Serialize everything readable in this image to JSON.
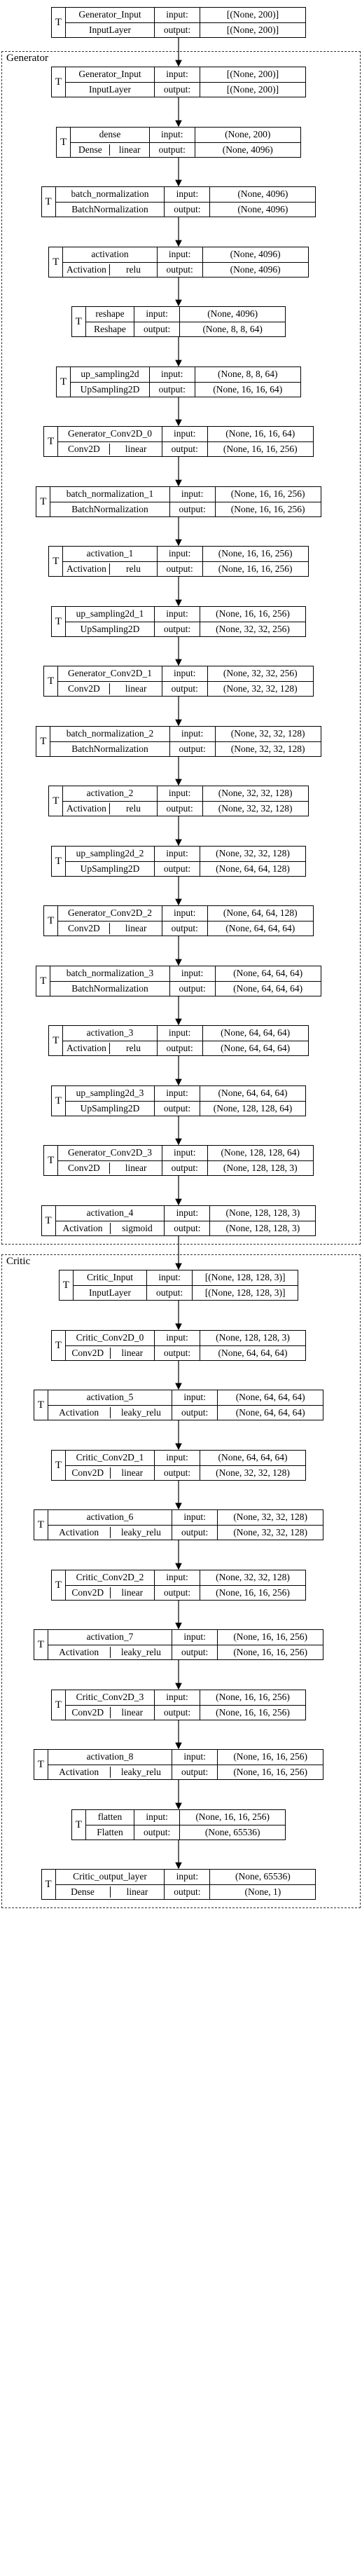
{
  "groups": [
    {
      "label": "Generator"
    },
    {
      "label": "Critic"
    }
  ],
  "nodes": [
    {
      "name": "Generator_Input",
      "type": "InputLayer",
      "activation": "",
      "input": "[(None, 200)]",
      "output": "[(None, 200)]",
      "group": "none"
    },
    {
      "name": "Generator_Input",
      "type": "InputLayer",
      "activation": "",
      "input": "[(None, 200)]",
      "output": "[(None, 200)]",
      "group": "Generator"
    },
    {
      "name": "dense",
      "type": "Dense",
      "activation": "linear",
      "input": "(None, 200)",
      "output": "(None, 4096)",
      "group": "Generator"
    },
    {
      "name": "batch_normalization",
      "type": "BatchNormalization",
      "activation": "",
      "input": "(None, 4096)",
      "output": "(None, 4096)",
      "group": "Generator"
    },
    {
      "name": "activation",
      "type": "Activation",
      "activation": "relu",
      "input": "(None, 4096)",
      "output": "(None, 4096)",
      "group": "Generator"
    },
    {
      "name": "reshape",
      "type": "Reshape",
      "activation": "",
      "input": "(None, 4096)",
      "output": "(None, 8, 8, 64)",
      "group": "Generator"
    },
    {
      "name": "up_sampling2d",
      "type": "UpSampling2D",
      "activation": "",
      "input": "(None, 8, 8, 64)",
      "output": "(None, 16, 16, 64)",
      "group": "Generator"
    },
    {
      "name": "Generator_Conv2D_0",
      "type": "Conv2D",
      "activation": "linear",
      "input": "(None, 16, 16, 64)",
      "output": "(None, 16, 16, 256)",
      "group": "Generator"
    },
    {
      "name": "batch_normalization_1",
      "type": "BatchNormalization",
      "activation": "",
      "input": "(None, 16, 16, 256)",
      "output": "(None, 16, 16, 256)",
      "group": "Generator"
    },
    {
      "name": "activation_1",
      "type": "Activation",
      "activation": "relu",
      "input": "(None, 16, 16, 256)",
      "output": "(None, 16, 16, 256)",
      "group": "Generator"
    },
    {
      "name": "up_sampling2d_1",
      "type": "UpSampling2D",
      "activation": "",
      "input": "(None, 16, 16, 256)",
      "output": "(None, 32, 32, 256)",
      "group": "Generator"
    },
    {
      "name": "Generator_Conv2D_1",
      "type": "Conv2D",
      "activation": "linear",
      "input": "(None, 32, 32, 256)",
      "output": "(None, 32, 32, 128)",
      "group": "Generator"
    },
    {
      "name": "batch_normalization_2",
      "type": "BatchNormalization",
      "activation": "",
      "input": "(None, 32, 32, 128)",
      "output": "(None, 32, 32, 128)",
      "group": "Generator"
    },
    {
      "name": "activation_2",
      "type": "Activation",
      "activation": "relu",
      "input": "(None, 32, 32, 128)",
      "output": "(None, 32, 32, 128)",
      "group": "Generator"
    },
    {
      "name": "up_sampling2d_2",
      "type": "UpSampling2D",
      "activation": "",
      "input": "(None, 32, 32, 128)",
      "output": "(None, 64, 64, 128)",
      "group": "Generator"
    },
    {
      "name": "Generator_Conv2D_2",
      "type": "Conv2D",
      "activation": "linear",
      "input": "(None, 64, 64, 128)",
      "output": "(None, 64, 64, 64)",
      "group": "Generator"
    },
    {
      "name": "batch_normalization_3",
      "type": "BatchNormalization",
      "activation": "",
      "input": "(None, 64, 64, 64)",
      "output": "(None, 64, 64, 64)",
      "group": "Generator"
    },
    {
      "name": "activation_3",
      "type": "Activation",
      "activation": "relu",
      "input": "(None, 64, 64, 64)",
      "output": "(None, 64, 64, 64)",
      "group": "Generator"
    },
    {
      "name": "up_sampling2d_3",
      "type": "UpSampling2D",
      "activation": "",
      "input": "(None, 64, 64, 64)",
      "output": "(None, 128, 128, 64)",
      "group": "Generator"
    },
    {
      "name": "Generator_Conv2D_3",
      "type": "Conv2D",
      "activation": "linear",
      "input": "(None, 128, 128, 64)",
      "output": "(None, 128, 128, 3)",
      "group": "Generator"
    },
    {
      "name": "activation_4",
      "type": "Activation",
      "activation": "sigmoid",
      "input": "(None, 128, 128, 3)",
      "output": "(None, 128, 128, 3)",
      "group": "Generator"
    },
    {
      "name": "Critic_Input",
      "type": "InputLayer",
      "activation": "",
      "input": "[(None, 128, 128, 3)]",
      "output": "[(None, 128, 128, 3)]",
      "group": "Critic"
    },
    {
      "name": "Critic_Conv2D_0",
      "type": "Conv2D",
      "activation": "linear",
      "input": "(None, 128, 128, 3)",
      "output": "(None, 64, 64, 64)",
      "group": "Critic"
    },
    {
      "name": "activation_5",
      "type": "Activation",
      "activation": "leaky_relu",
      "input": "(None, 64, 64, 64)",
      "output": "(None, 64, 64, 64)",
      "group": "Critic"
    },
    {
      "name": "Critic_Conv2D_1",
      "type": "Conv2D",
      "activation": "linear",
      "input": "(None, 64, 64, 64)",
      "output": "(None, 32, 32, 128)",
      "group": "Critic"
    },
    {
      "name": "activation_6",
      "type": "Activation",
      "activation": "leaky_relu",
      "input": "(None, 32, 32, 128)",
      "output": "(None, 32, 32, 128)",
      "group": "Critic"
    },
    {
      "name": "Critic_Conv2D_2",
      "type": "Conv2D",
      "activation": "linear",
      "input": "(None, 32, 32, 128)",
      "output": "(None, 16, 16, 256)",
      "group": "Critic"
    },
    {
      "name": "activation_7",
      "type": "Activation",
      "activation": "leaky_relu",
      "input": "(None, 16, 16, 256)",
      "output": "(None, 16, 16, 256)",
      "group": "Critic"
    },
    {
      "name": "Critic_Conv2D_3",
      "type": "Conv2D",
      "activation": "linear",
      "input": "(None, 16, 16, 256)",
      "output": "(None, 16, 16, 256)",
      "group": "Critic"
    },
    {
      "name": "activation_8",
      "type": "Activation",
      "activation": "leaky_relu",
      "input": "(None, 16, 16, 256)",
      "output": "(None, 16, 16, 256)",
      "group": "Critic"
    },
    {
      "name": "flatten",
      "type": "Flatten",
      "activation": "",
      "input": "(None, 16, 16, 256)",
      "output": "(None, 65536)",
      "group": "Critic"
    },
    {
      "name": "Critic_output_layer",
      "type": "Dense",
      "activation": "linear",
      "input": "(None, 65536)",
      "output": "(None, 1)",
      "group": "Critic"
    }
  ],
  "labels": {
    "t": "T",
    "input": "input:",
    "output": "output:"
  }
}
